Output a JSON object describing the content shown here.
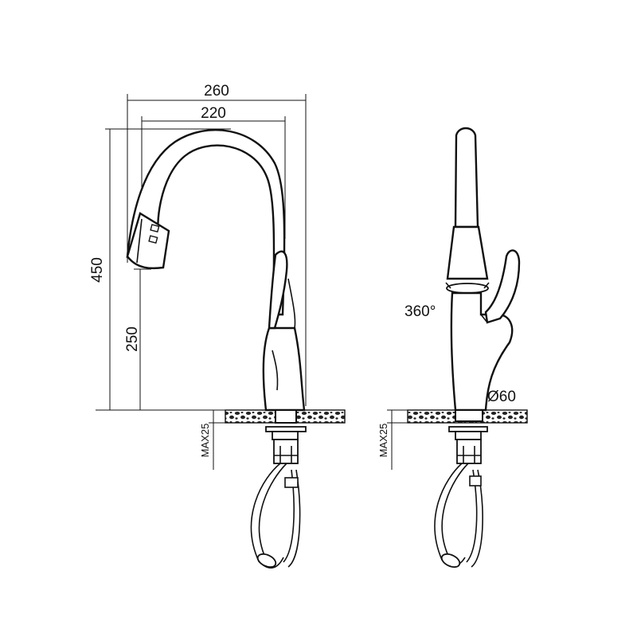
{
  "front_view": {
    "width_overall": "260",
    "width_spout": "220",
    "height_overall": "450",
    "height_body": "250",
    "max_thickness": "MAX25"
  },
  "side_view": {
    "rotation": "360°",
    "base_diameter": "Ø60",
    "max_thickness": "MAX25"
  },
  "colors": {
    "line": "#111111",
    "background": "#ffffff"
  }
}
